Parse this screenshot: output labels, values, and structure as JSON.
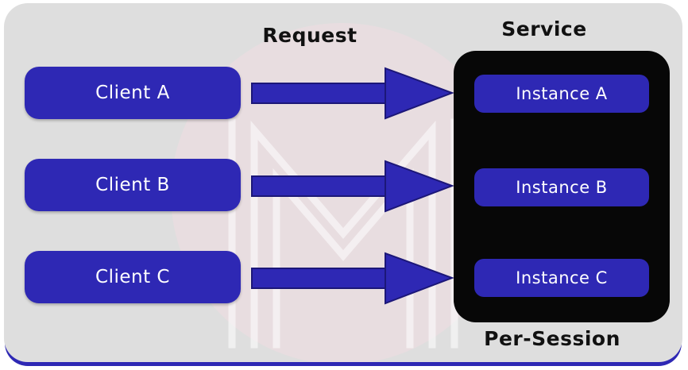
{
  "colors": {
    "canvas_bg": "#dedede",
    "accent_blue": "#2e28b4",
    "arrow_outline": "#1c1778",
    "container_black": "#070707",
    "watermark_pink": "#f0dde2"
  },
  "labels": {
    "request": "Request",
    "service": "Service",
    "per_session": "Per-Session"
  },
  "clients": [
    {
      "label": "Client A"
    },
    {
      "label": "Client B"
    },
    {
      "label": "Client C"
    }
  ],
  "instances": [
    {
      "label": "Instance A"
    },
    {
      "label": "Instance B"
    },
    {
      "label": "Instance C"
    }
  ],
  "watermark": {
    "icon": "m-monogram-watermark"
  }
}
